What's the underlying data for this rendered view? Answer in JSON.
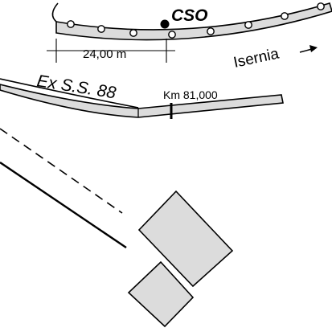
{
  "labels": {
    "cso": "CSO",
    "distance": "24,00 m",
    "direction": "Isernia",
    "road_name": "Ex S.S. 88",
    "km_marker": "Km 81,000"
  },
  "colors": {
    "fill_gray": "#dcdcdc",
    "line": "#000000",
    "background": "#ffffff"
  },
  "icons": {
    "direction_arrow": "arrow-right-icon",
    "station_marker": "filled-dot-icon",
    "ring": "open-circle-icon"
  }
}
